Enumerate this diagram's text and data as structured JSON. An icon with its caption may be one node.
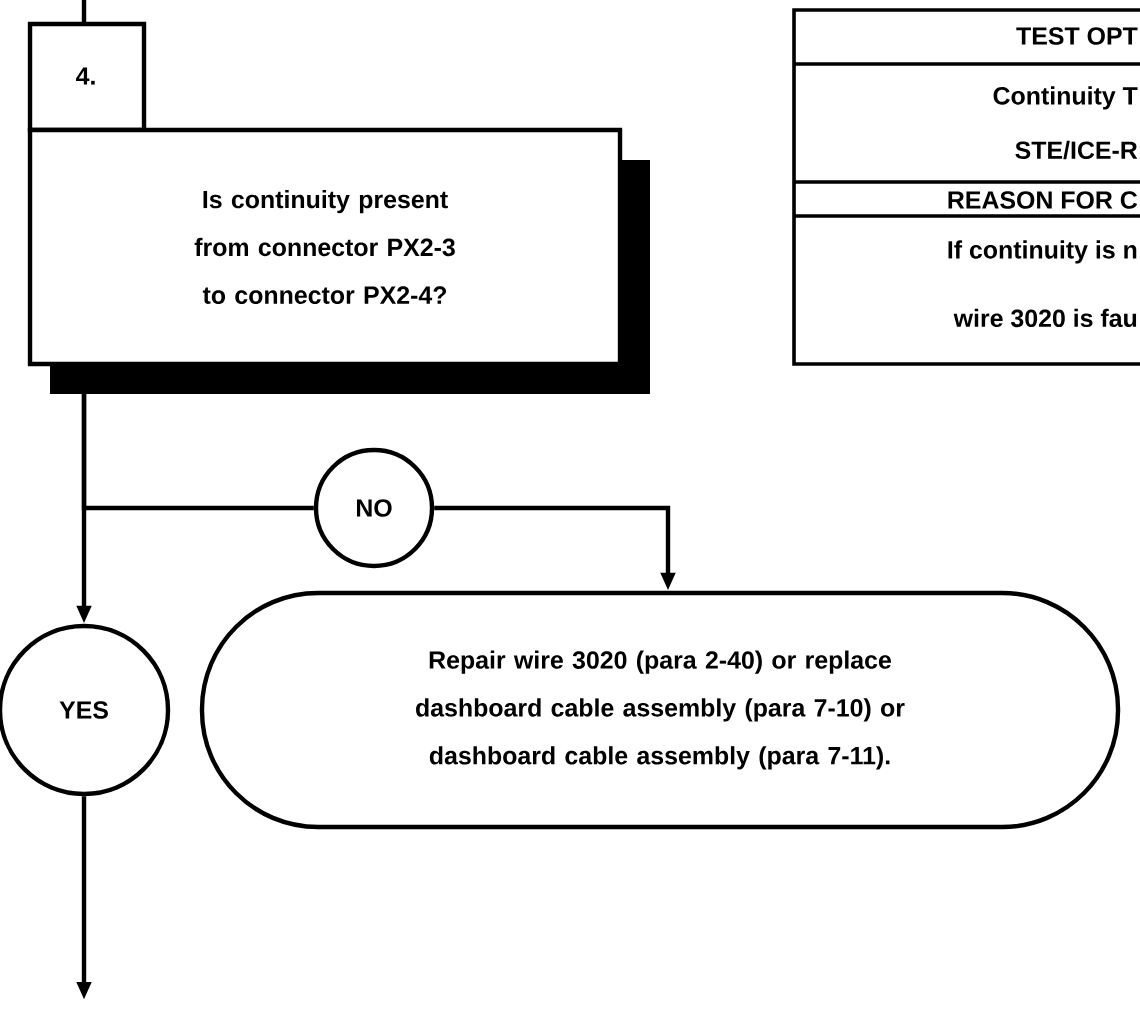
{
  "diagram": {
    "nodes": [
      {
        "text": [
          "4.",
          "Is continuity present from connector PX2-3 to connector PX2-4?"
        ]
      },
      {
        "text": [
          "NO"
        ]
      },
      {
        "text": [
          "Repair wire 3020 (para 2-40) or replace dashboard cable assembly (para 7-10) or dashboard cable assembly (para 7-11)."
        ]
      },
      {
        "text": [
          "YES"
        ]
      }
    ],
    "edges": [
      {
        "from": null,
        "to": 0,
        "arrow": "none"
      },
      {
        "from": 0,
        "to": 1,
        "arrow": "none"
      },
      {
        "from": 1,
        "to": 2,
        "arrow": "to"
      },
      {
        "from": 0,
        "to": 3,
        "arrow": "to"
      },
      {
        "from": 3,
        "to": null,
        "arrow": "to"
      }
    ],
    "labels": [
      "TEST OPT",
      "Continuity T",
      "STE/ICE-R",
      "REASON FOR C",
      "If continuity is n",
      "wire 3020 is fau"
    ]
  }
}
